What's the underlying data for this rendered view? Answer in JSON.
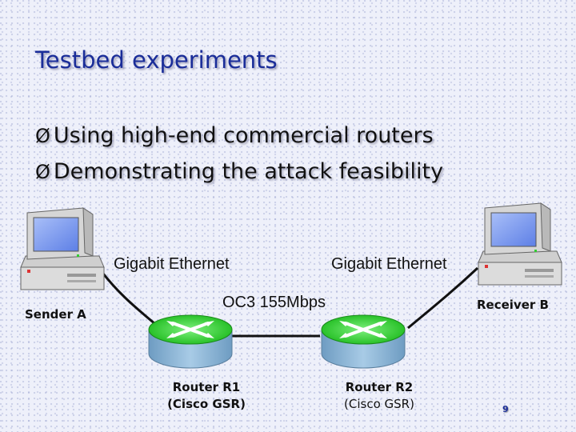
{
  "slide": {
    "title": "Testbed experiments",
    "bullets": [
      "Using high-end commercial routers",
      "Demonstrating the attack feasibility"
    ],
    "bullet_marker": "Ø",
    "page_number": "9"
  },
  "diagram": {
    "links": {
      "left": "Gigabit Ethernet",
      "right": "Gigabit Ethernet",
      "core": "OC3 155Mbps"
    },
    "hosts": {
      "sender": "Sender A",
      "receiver": "Receiver B"
    },
    "routers": [
      {
        "name": "Router R1",
        "model": "(Cisco GSR)"
      },
      {
        "name": "Router R2",
        "model": "(Cisco GSR)"
      }
    ],
    "icons": [
      "computer-icon",
      "router-icon"
    ],
    "colors": {
      "title": "#1a2d99",
      "router_body": "#8fb8d8",
      "router_top": "#22cc22",
      "screen": "#7f9df0"
    }
  }
}
